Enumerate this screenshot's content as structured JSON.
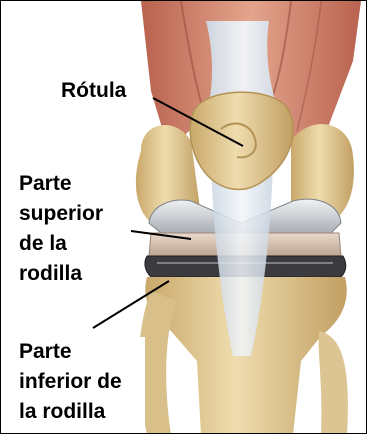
{
  "labels": {
    "patella": "Rótula",
    "upper_knee": "Parte\nsuperior\nde la\nrodilla",
    "lower_knee": "Parte\ninferior de\nla rodilla"
  },
  "colors": {
    "muscle": "#c9826a",
    "muscle_dark": "#a4584a",
    "tendon": "#dfe7ef",
    "bone": "#e7cf9c",
    "bone_shadow": "#c9a86a",
    "implant_metal": "#c8ccd1",
    "implant_dark": "#2f2f33",
    "plastic": "#d9c3b4",
    "leader_line": "#000000"
  }
}
